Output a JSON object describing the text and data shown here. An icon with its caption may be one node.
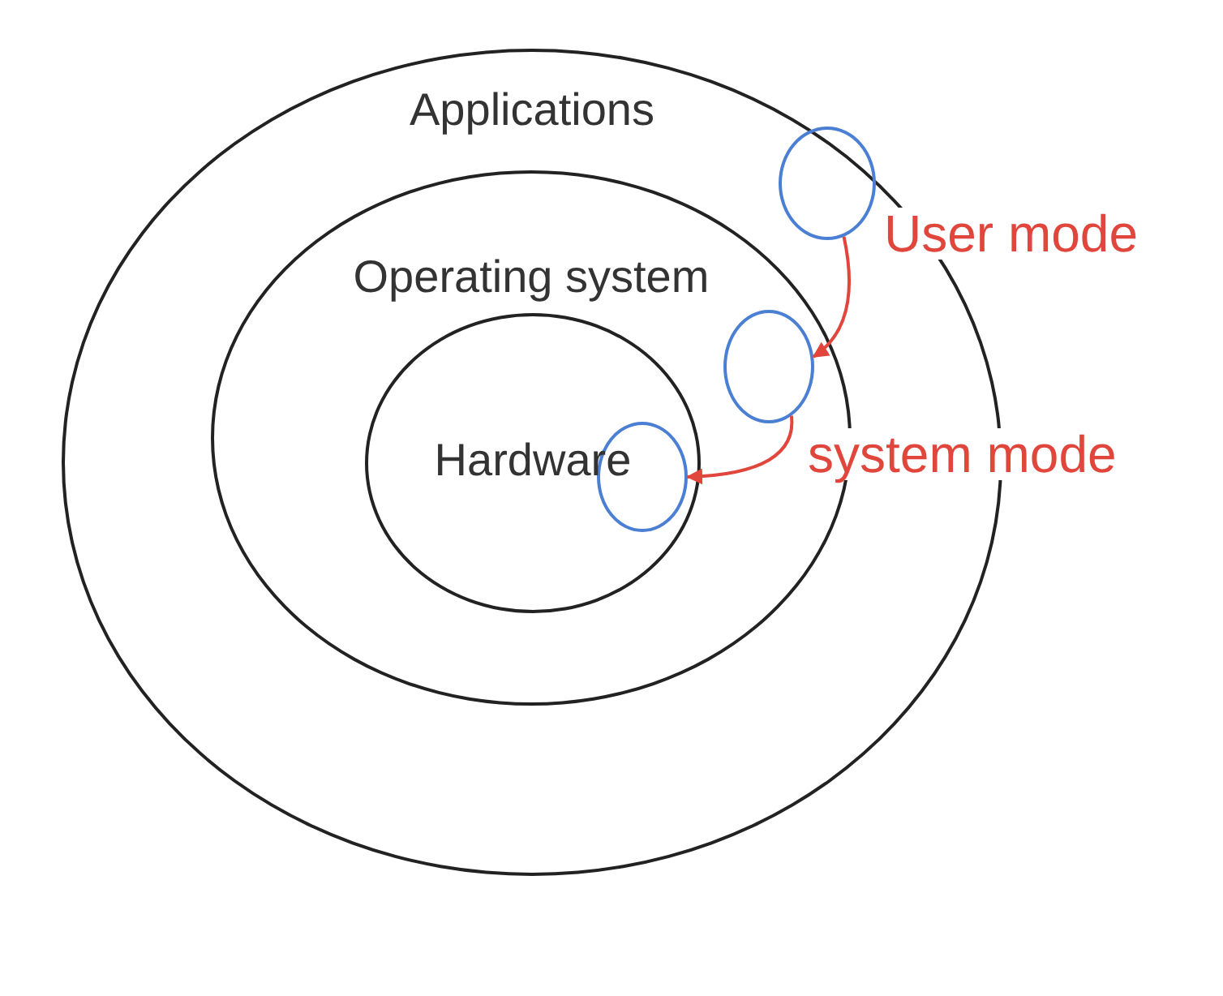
{
  "diagram": {
    "nodes": [
      {
        "text": [
          "Applications"
        ]
      },
      {
        "text": [
          "Operating system"
        ],
        "in": 0
      },
      {
        "text": [
          "Hardware"
        ],
        "in": 1
      },
      {
        "text": [],
        "shape": "circle",
        "in": 0
      },
      {
        "text": [],
        "shape": "circle",
        "in": 1
      },
      {
        "text": [],
        "shape": "circle",
        "in": 2
      }
    ],
    "edges": [
      {
        "from": 3,
        "to": 4,
        "arrow": "to",
        "label": "User mode",
        "color": "#e0463c"
      },
      {
        "from": 4,
        "to": 5,
        "arrow": "to",
        "label": "system mode",
        "color": "#e0463c"
      }
    ]
  }
}
